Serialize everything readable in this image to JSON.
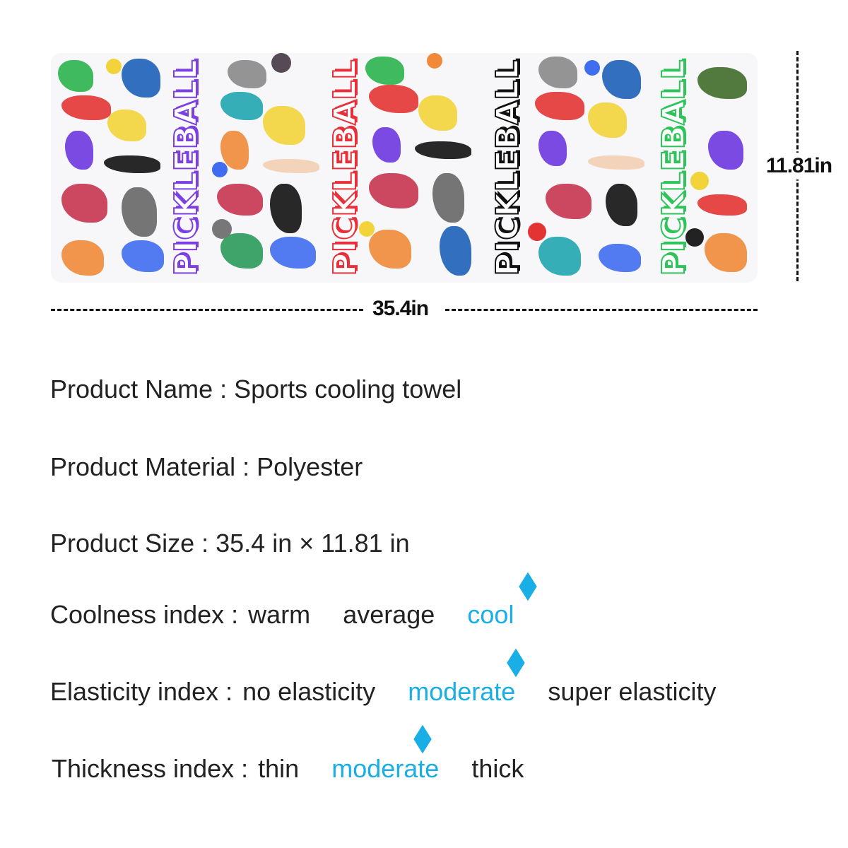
{
  "towel": {
    "word": "PICKLEBALL",
    "word_colors": [
      "#7b3fe4",
      "#e8303a",
      "#111111",
      "#2ec45a"
    ]
  },
  "dimensions": {
    "width": "35.4in",
    "height": "11.81in"
  },
  "specs": {
    "name": {
      "label": "Product Name :",
      "value": "Sports cooling towel"
    },
    "material": {
      "label": "Product Material :",
      "value": "Polyester"
    },
    "size": {
      "label": "Product Size :",
      "value": "35.4 in × 11.81 in"
    },
    "coolness": {
      "label": "Coolness index :",
      "options": [
        "warm",
        "average",
        "cool"
      ],
      "selected": "cool"
    },
    "elasticity": {
      "label": "Elasticity index :",
      "options": [
        "no elasticity",
        "moderate",
        "super elasticity"
      ],
      "selected": "moderate"
    },
    "thickness": {
      "label": "Thickness index :",
      "options": [
        "thin",
        "moderate",
        "thick"
      ],
      "selected": "moderate"
    }
  },
  "accent_color": "#1aaee6"
}
